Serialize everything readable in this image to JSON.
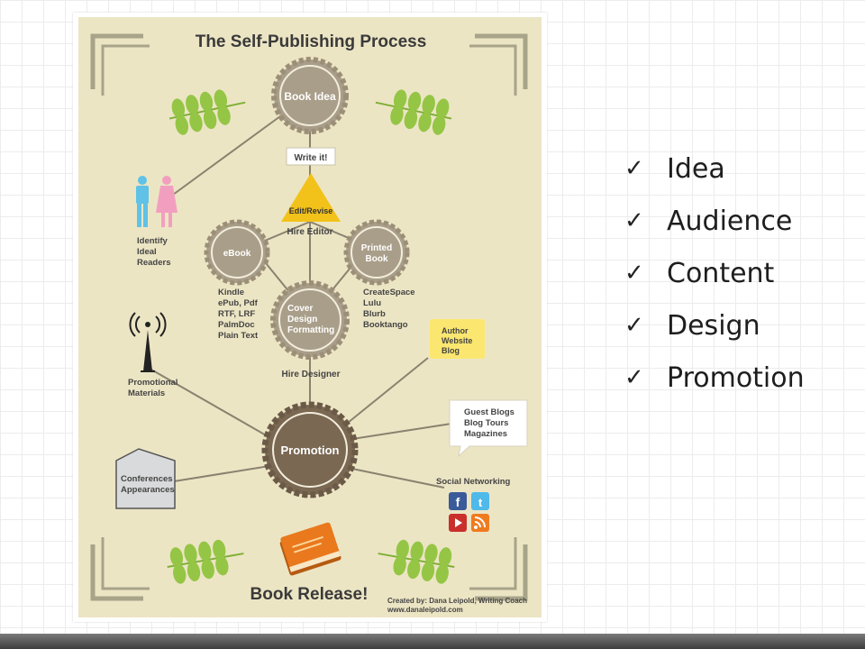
{
  "slide": {
    "bullets": [
      {
        "icon": "checkmark-icon",
        "glyph": "✓",
        "label": "Idea"
      },
      {
        "icon": "checkmark-icon",
        "glyph": "✓",
        "label": "Audience"
      },
      {
        "icon": "checkmark-icon",
        "glyph": "✓",
        "label": "Content"
      },
      {
        "icon": "checkmark-icon",
        "glyph": "✓",
        "label": "Design"
      },
      {
        "icon": "checkmark-icon",
        "glyph": "✓",
        "label": "Promotion"
      }
    ]
  },
  "infographic": {
    "title": "The Self-Publishing Process",
    "book_idea": "Book Idea",
    "write_it": "Write it!",
    "edit_revise": "Edit/Revise",
    "hire_editor": "Hire Editor",
    "ebook": "eBook",
    "printed_book": [
      "Printed",
      "Book"
    ],
    "ebook_formats": [
      "Kindle",
      "ePub, Pdf",
      "RTF, LRF",
      "PalmDoc",
      "Plain Text"
    ],
    "print_services": [
      "CreateSpace",
      "Lulu",
      "Blurb",
      "Booktango"
    ],
    "cover": [
      "Cover",
      "Design",
      "Formatting"
    ],
    "hire_designer": "Hire Designer",
    "identify_readers": [
      "Identify",
      "Ideal",
      "Readers"
    ],
    "promotional_materials": [
      "Promotional",
      "Materials"
    ],
    "promotion": "Promotion",
    "author_website": [
      "Author",
      "Website",
      "Blog"
    ],
    "guest_blogs": [
      "Guest Blogs",
      "Blog Tours",
      "Magazines"
    ],
    "conferences": [
      "Conferences",
      "Appearances"
    ],
    "social_networking": "Social Networking",
    "social_icons": [
      "facebook-icon",
      "twitter-icon",
      "youtube-icon",
      "rss-icon"
    ],
    "book_release": "Book Release!",
    "credit": [
      "Created by: Dana Leipold, Writing Coach",
      "www.danaleipold.com"
    ],
    "colors": {
      "background": "#ece5c4",
      "frame": "#a8a48a",
      "node": "#a99e89",
      "node_dark": "#7a6853",
      "node_edge": "#f3eddc",
      "triangle": "#f2c21b",
      "callout_yellow": "#fbe770",
      "leaf": "#95c545",
      "book": "#e9791c",
      "text": "#3a3a3a"
    }
  }
}
